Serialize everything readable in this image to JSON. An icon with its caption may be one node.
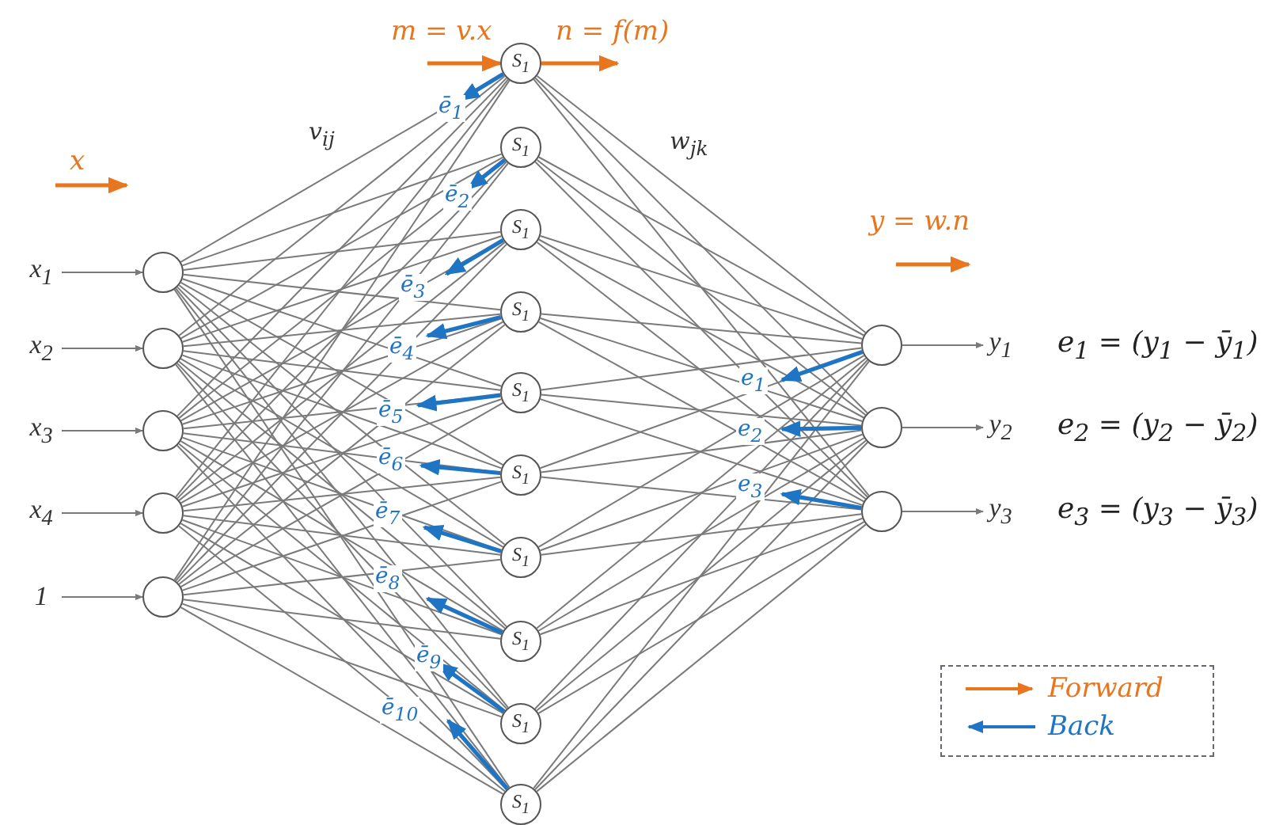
{
  "diagram": {
    "nodes": [
      {
        "text": [
          "x$_{1}$"
        ]
      },
      {
        "text": [
          "x$_{2}$"
        ]
      },
      {
        "text": [
          "x$_{3}$"
        ]
      },
      {
        "text": [
          "x$_{4}$"
        ]
      },
      {
        "text": [
          "1"
        ]
      },
      {
        "text": [],
        "shape": "circle"
      },
      {
        "text": [],
        "shape": "circle"
      },
      {
        "text": [],
        "shape": "circle"
      },
      {
        "text": [],
        "shape": "circle"
      },
      {
        "text": [],
        "shape": "circle"
      },
      {
        "text": [
          "S$_{1}$"
        ]
      },
      {
        "text": [
          "S$_{1}$"
        ]
      },
      {
        "text": [
          "S$_{1}$"
        ]
      },
      {
        "text": [
          "S$_{1}$"
        ]
      },
      {
        "text": [
          "S$_{1}$"
        ]
      },
      {
        "text": [
          "S$_{1}$"
        ]
      },
      {
        "text": [
          "S$_{1}$"
        ]
      },
      {
        "text": [
          "S$_{1}$"
        ]
      },
      {
        "text": [
          "S$_{1}$"
        ]
      },
      {
        "text": [
          "S$_{1}$"
        ]
      },
      {
        "text": [],
        "shape": "circle"
      },
      {
        "text": [],
        "shape": "circle"
      },
      {
        "text": [],
        "shape": "circle"
      },
      {
        "text": [
          "y$_{1}$"
        ]
      },
      {
        "text": [
          "y$_{2}$"
        ]
      },
      {
        "text": [
          "y$_{3}$"
        ]
      }
    ],
    "edges": [
      {
        "from": 0,
        "to": 5,
        "arrow": "to"
      },
      {
        "from": 1,
        "to": 6,
        "arrow": "to"
      },
      {
        "from": 2,
        "to": 7,
        "arrow": "to"
      },
      {
        "from": 3,
        "to": 8,
        "arrow": "to"
      },
      {
        "from": 4,
        "to": 9,
        "arrow": "to"
      },
      {
        "from": 5,
        "to": 10,
        "arrow": "none"
      },
      {
        "from": 5,
        "to": 11,
        "arrow": "none"
      },
      {
        "from": 5,
        "to": 12,
        "arrow": "none"
      },
      {
        "from": 5,
        "to": 13,
        "arrow": "none"
      },
      {
        "from": 5,
        "to": 14,
        "arrow": "none"
      },
      {
        "from": 5,
        "to": 15,
        "arrow": "none"
      },
      {
        "from": 5,
        "to": 16,
        "arrow": "none"
      },
      {
        "from": 5,
        "to": 17,
        "arrow": "none"
      },
      {
        "from": 5,
        "to": 18,
        "arrow": "none"
      },
      {
        "from": 5,
        "to": 19,
        "arrow": "none"
      },
      {
        "from": 6,
        "to": 10,
        "arrow": "none"
      },
      {
        "from": 6,
        "to": 11,
        "arrow": "none"
      },
      {
        "from": 6,
        "to": 12,
        "arrow": "none"
      },
      {
        "from": 6,
        "to": 13,
        "arrow": "none"
      },
      {
        "from": 6,
        "to": 14,
        "arrow": "none"
      },
      {
        "from": 6,
        "to": 15,
        "arrow": "none"
      },
      {
        "from": 6,
        "to": 16,
        "arrow": "none"
      },
      {
        "from": 6,
        "to": 17,
        "arrow": "none"
      },
      {
        "from": 6,
        "to": 18,
        "arrow": "none"
      },
      {
        "from": 6,
        "to": 19,
        "arrow": "none"
      },
      {
        "from": 7,
        "to": 10,
        "arrow": "none"
      },
      {
        "from": 7,
        "to": 11,
        "arrow": "none"
      },
      {
        "from": 7,
        "to": 12,
        "arrow": "none"
      },
      {
        "from": 7,
        "to": 13,
        "arrow": "none"
      },
      {
        "from": 7,
        "to": 14,
        "arrow": "none"
      },
      {
        "from": 7,
        "to": 15,
        "arrow": "none"
      },
      {
        "from": 7,
        "to": 16,
        "arrow": "none"
      },
      {
        "from": 7,
        "to": 17,
        "arrow": "none"
      },
      {
        "from": 7,
        "to": 18,
        "arrow": "none"
      },
      {
        "from": 7,
        "to": 19,
        "arrow": "none"
      },
      {
        "from": 8,
        "to": 10,
        "arrow": "none"
      },
      {
        "from": 8,
        "to": 11,
        "arrow": "none"
      },
      {
        "from": 8,
        "to": 12,
        "arrow": "none"
      },
      {
        "from": 8,
        "to": 13,
        "arrow": "none"
      },
      {
        "from": 8,
        "to": 14,
        "arrow": "none"
      },
      {
        "from": 8,
        "to": 15,
        "arrow": "none"
      },
      {
        "from": 8,
        "to": 16,
        "arrow": "none"
      },
      {
        "from": 8,
        "to": 17,
        "arrow": "none"
      },
      {
        "from": 8,
        "to": 18,
        "arrow": "none"
      },
      {
        "from": 8,
        "to": 19,
        "arrow": "none"
      },
      {
        "from": 9,
        "to": 10,
        "arrow": "none"
      },
      {
        "from": 9,
        "to": 11,
        "arrow": "none"
      },
      {
        "from": 9,
        "to": 12,
        "arrow": "none"
      },
      {
        "from": 9,
        "to": 13,
        "arrow": "none"
      },
      {
        "from": 9,
        "to": 14,
        "arrow": "none"
      },
      {
        "from": 9,
        "to": 15,
        "arrow": "none"
      },
      {
        "from": 9,
        "to": 16,
        "arrow": "none"
      },
      {
        "from": 9,
        "to": 17,
        "arrow": "none"
      },
      {
        "from": 9,
        "to": 18,
        "arrow": "none"
      },
      {
        "from": 9,
        "to": 19,
        "arrow": "none"
      },
      {
        "from": 10,
        "to": 20,
        "arrow": "none"
      },
      {
        "from": 10,
        "to": 21,
        "arrow": "none"
      },
      {
        "from": 10,
        "to": 22,
        "arrow": "none"
      },
      {
        "from": 11,
        "to": 20,
        "arrow": "none"
      },
      {
        "from": 11,
        "to": 21,
        "arrow": "none"
      },
      {
        "from": 11,
        "to": 22,
        "arrow": "none"
      },
      {
        "from": 12,
        "to": 20,
        "arrow": "none"
      },
      {
        "from": 12,
        "to": 21,
        "arrow": "none"
      },
      {
        "from": 12,
        "to": 22,
        "arrow": "none"
      },
      {
        "from": 13,
        "to": 20,
        "arrow": "none"
      },
      {
        "from": 13,
        "to": 21,
        "arrow": "none"
      },
      {
        "from": 13,
        "to": 22,
        "arrow": "none"
      },
      {
        "from": 14,
        "to": 20,
        "arrow": "none"
      },
      {
        "from": 14,
        "to": 21,
        "arrow": "none"
      },
      {
        "from": 14,
        "to": 22,
        "arrow": "none"
      },
      {
        "from": 15,
        "to": 20,
        "arrow": "none"
      },
      {
        "from": 15,
        "to": 21,
        "arrow": "none"
      },
      {
        "from": 15,
        "to": 22,
        "arrow": "none"
      },
      {
        "from": 16,
        "to": 20,
        "arrow": "none"
      },
      {
        "from": 16,
        "to": 21,
        "arrow": "none"
      },
      {
        "from": 16,
        "to": 22,
        "arrow": "none"
      },
      {
        "from": 17,
        "to": 20,
        "arrow": "none"
      },
      {
        "from": 17,
        "to": 21,
        "arrow": "none"
      },
      {
        "from": 17,
        "to": 22,
        "arrow": "none"
      },
      {
        "from": 18,
        "to": 20,
        "arrow": "none"
      },
      {
        "from": 18,
        "to": 21,
        "arrow": "none"
      },
      {
        "from": 18,
        "to": 22,
        "arrow": "none"
      },
      {
        "from": 19,
        "to": 20,
        "arrow": "none"
      },
      {
        "from": 19,
        "to": 21,
        "arrow": "none"
      },
      {
        "from": 19,
        "to": 22,
        "arrow": "none"
      },
      {
        "from": 20,
        "to": 23,
        "arrow": "to"
      },
      {
        "from": 21,
        "to": 24,
        "arrow": "to"
      },
      {
        "from": 22,
        "to": 25,
        "arrow": "to"
      },
      {
        "from": 10,
        "to": null,
        "arrow": "to",
        "label": "ē$_{1}$",
        "style": "thick",
        "color": "#1f75c4"
      },
      {
        "from": 11,
        "to": null,
        "arrow": "to",
        "label": "ē$_{2}$",
        "style": "thick",
        "color": "#1f75c4"
      },
      {
        "from": 12,
        "to": null,
        "arrow": "to",
        "label": "ē$_{3}$",
        "style": "thick",
        "color": "#1f75c4"
      },
      {
        "from": 13,
        "to": null,
        "arrow": "to",
        "label": "ē$_{4}$",
        "style": "thick",
        "color": "#1f75c4"
      },
      {
        "from": 14,
        "to": null,
        "arrow": "to",
        "label": "ē$_{5}$",
        "style": "thick",
        "color": "#1f75c4"
      },
      {
        "from": 15,
        "to": null,
        "arrow": "to",
        "label": "ē$_{6}$",
        "style": "thick",
        "color": "#1f75c4"
      },
      {
        "from": 16,
        "to": null,
        "arrow": "to",
        "label": "ē$_{7}$",
        "style": "thick",
        "color": "#1f75c4"
      },
      {
        "from": 17,
        "to": null,
        "arrow": "to",
        "label": "ē$_{8}$",
        "style": "thick",
        "color": "#1f75c4"
      },
      {
        "from": 18,
        "to": null,
        "arrow": "to",
        "label": "ē$_{9}$",
        "style": "thick",
        "color": "#1f75c4"
      },
      {
        "from": 19,
        "to": null,
        "arrow": "to",
        "label": "ē$_{10}$",
        "style": "thick",
        "color": "#1f75c4"
      },
      {
        "from": 20,
        "to": null,
        "arrow": "to",
        "label": "e$_{1}$",
        "style": "thick",
        "color": "#1f75c4"
      },
      {
        "from": 21,
        "to": null,
        "arrow": "to",
        "label": "e$_{2}$",
        "style": "thick",
        "color": "#1f75c4"
      },
      {
        "from": 22,
        "to": null,
        "arrow": "to",
        "label": "e$_{3}$",
        "style": "thick",
        "color": "#1f75c4"
      },
      {
        "from": null,
        "to": 10,
        "arrow": "to",
        "label": "m = v.x",
        "style": "thick",
        "color": "#e8761e"
      },
      {
        "from": 10,
        "to": null,
        "arrow": "to",
        "label": "n = f(m)",
        "style": "thick",
        "color": "#e8761e"
      }
    ],
    "labels": [
      "x",
      "v$_{ij}$",
      "w$_{jk}$",
      "y = w.n",
      "e$_{1}$ = (y$_{1}$ − ȳ$_{1}$)",
      "e$_{2}$ = (y$_{2}$ − ȳ$_{2}$)",
      "e$_{3}$ = (y$_{3}$ − ȳ$_{3}$)"
    ],
    "legend": [
      {
        "text": "Forward"
      },
      {
        "text": "Back"
      }
    ]
  }
}
